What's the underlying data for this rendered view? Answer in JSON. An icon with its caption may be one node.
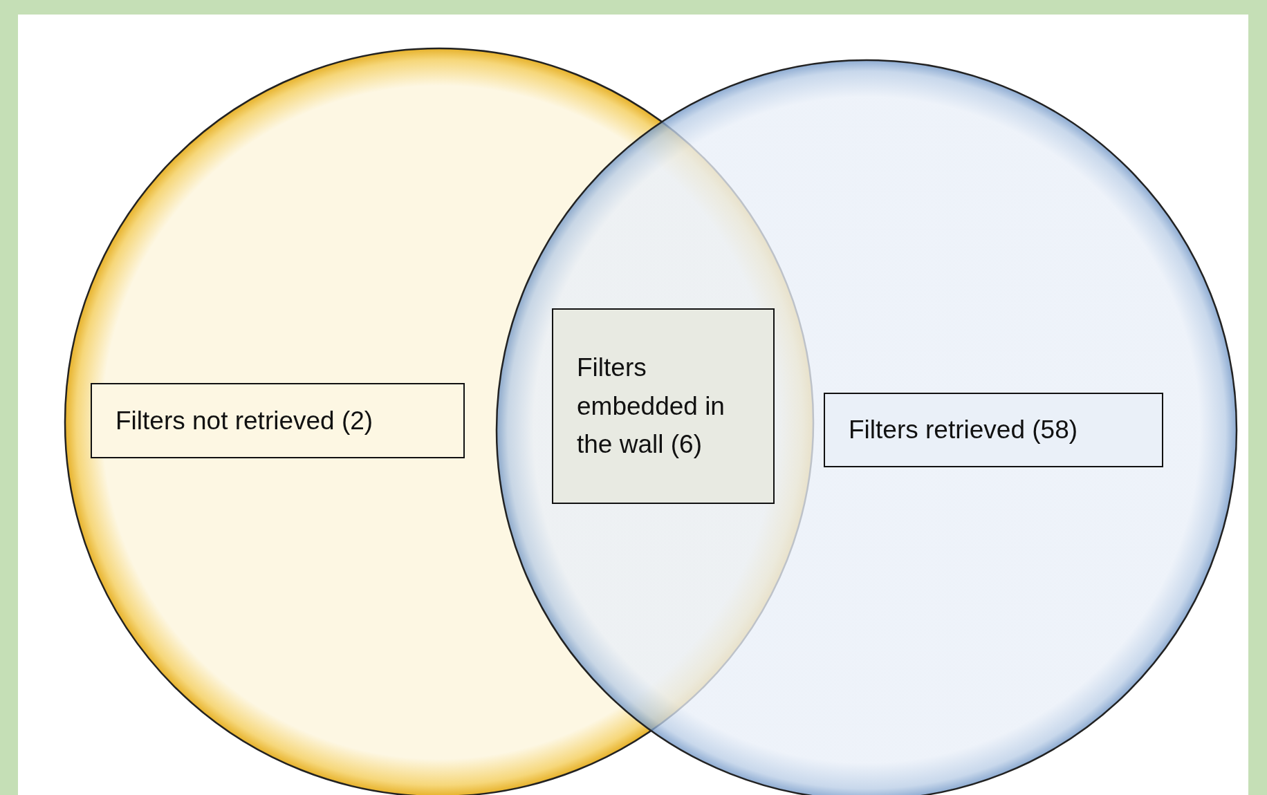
{
  "diagram": {
    "nodes": [
      {
        "text": [],
        "shape": "circle"
      },
      {
        "text": [
          "Filters not retrieved (2)"
        ],
        "in": 0
      },
      {
        "text": [
          "Filters embedded in the wall (6)"
        ]
      },
      {
        "text": [],
        "shape": "circle"
      },
      {
        "text": [
          "Filters retrieved (58)"
        ],
        "in": 3
      }
    ],
    "edges": []
  }
}
